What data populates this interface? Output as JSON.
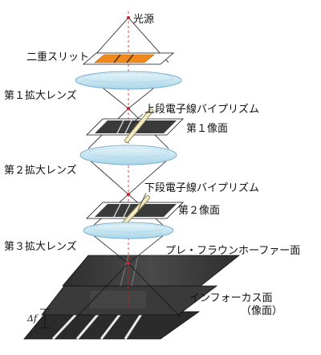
{
  "labels": {
    "light_source": "光源",
    "double_slit": "二重スリット",
    "lens1": "第１拡大レンズ",
    "upper_biprism": "上段電子線バイプリズム",
    "image_plane1": "第１像面",
    "lens2": "第２拡大レンズ",
    "lower_biprism": "下段電子線バイプリズム",
    "image_plane2": "第２像面",
    "lens3": "第３拡大レンズ",
    "pre_fraunhofer": "プレ・フラウンホーファー面",
    "infocus_plane": "インフォーカス面",
    "infocus_sub": "（像面）",
    "delta_f": "Δf"
  },
  "colors": {
    "lens_fill": "#cfeaf2",
    "lens_stroke": "#7aaed0",
    "slit_orange": "#f08a1c",
    "beam_red": "#d0202a",
    "biprism_fill": "#f3ecc0",
    "plate_dark": "#3a3a3a",
    "plate_light": "#f4f4f4"
  }
}
